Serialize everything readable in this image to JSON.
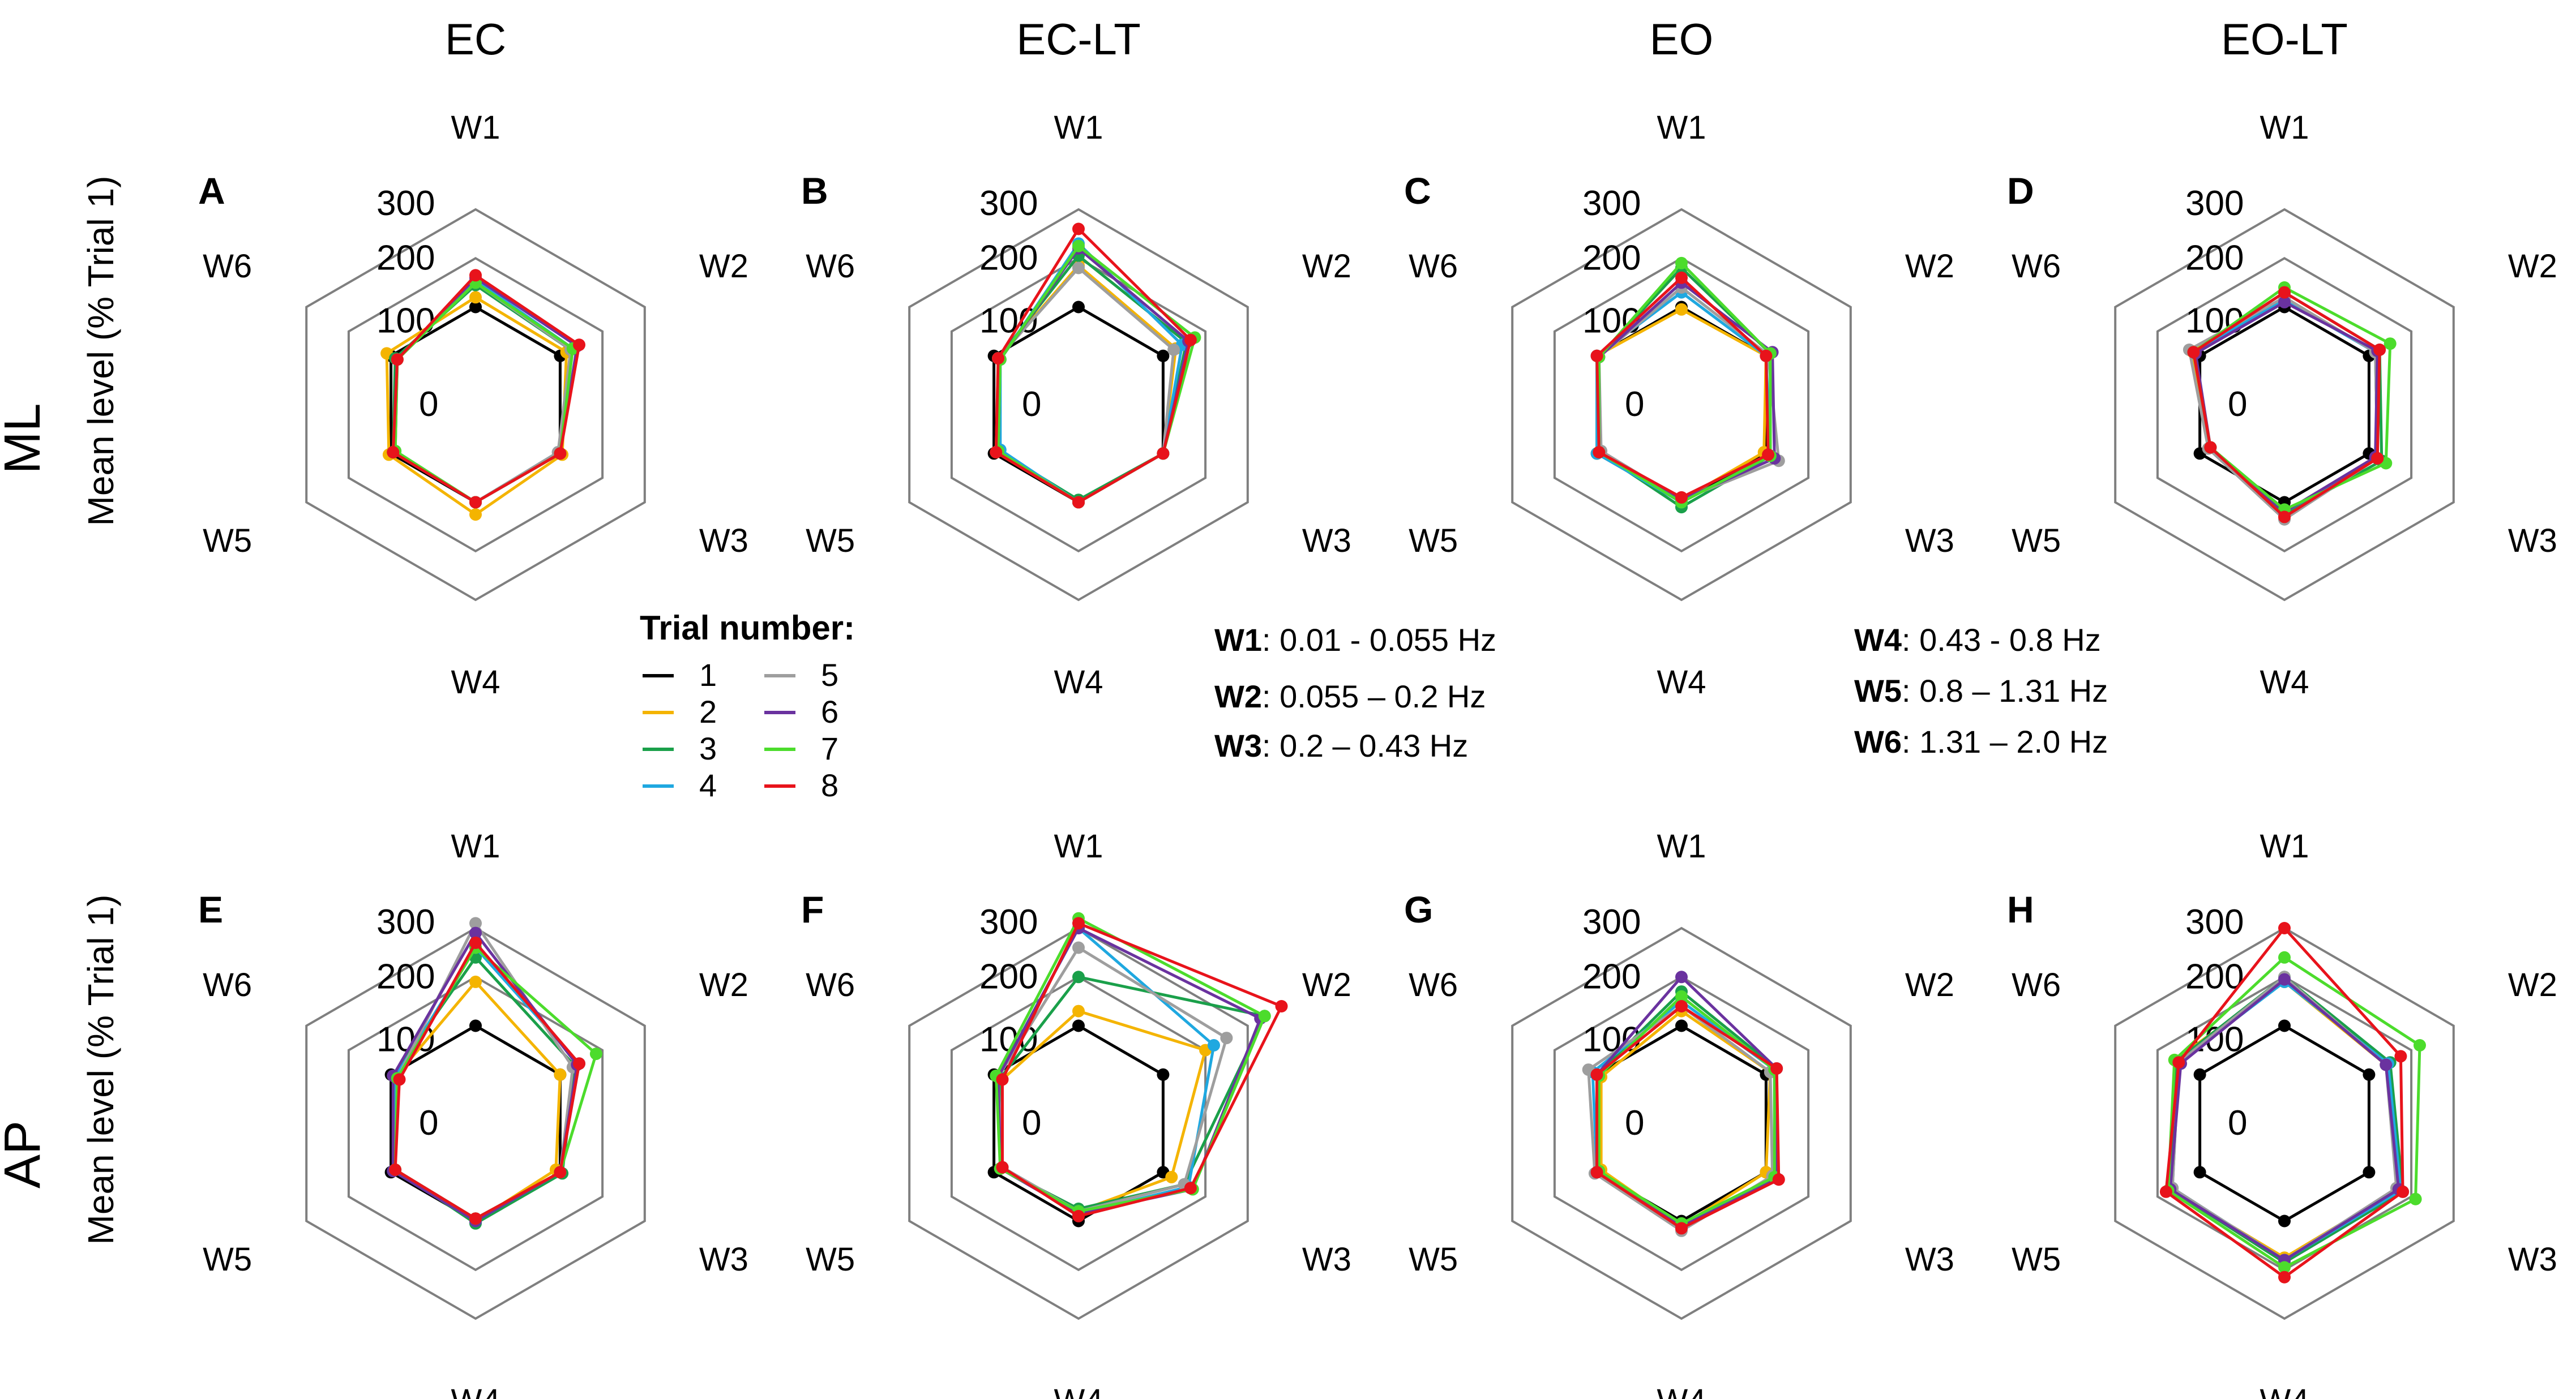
{
  "figure": {
    "column_titles": [
      "EC",
      "EC-LT",
      "EO",
      "EO-LT"
    ],
    "row_titles": [
      "ML",
      "AP"
    ],
    "ylabel": "Mean level (% Trial 1)",
    "legend_title": "Trial number:",
    "band_definitions_left": [
      {
        "name": "W1",
        "range": ": 0.01 - 0.055 Hz"
      },
      {
        "name": "W2",
        "range": ": 0.055 – 0.2 Hz"
      },
      {
        "name": "W3",
        "range": ": 0.2 – 0.43 Hz"
      }
    ],
    "band_definitions_right": [
      {
        "name": "W4",
        "range": ": 0.43 - 0.8 Hz"
      },
      {
        "name": "W5",
        "range": ": 0.8 – 1.31 Hz"
      },
      {
        "name": "W6",
        "range": ": 1.31 – 2.0 Hz"
      }
    ]
  },
  "series_colors": {
    "1": "#000000",
    "2": "#f4b400",
    "3": "#1aa04a",
    "4": "#1fa8e0",
    "5": "#9e9e9e",
    "6": "#6a329f",
    "7": "#4cdc2c",
    "8": "#e8131b"
  },
  "grid_color": "#7f7f7f",
  "chart_data": [
    {
      "type": "radar",
      "panel": "A",
      "condition": "EC",
      "direction": "ML",
      "axes": [
        "W1",
        "W2",
        "W3",
        "W4",
        "W5",
        "W6"
      ],
      "ticks": [
        0,
        100,
        200,
        300
      ],
      "rlim": [
        -100,
        300
      ],
      "series": [
        {
          "name": "1",
          "values": [
            100,
            100,
            100,
            100,
            100,
            100
          ]
        },
        {
          "name": "2",
          "values": [
            120,
            115,
            105,
            125,
            105,
            110
          ]
        },
        {
          "name": "3",
          "values": [
            145,
            125,
            100,
            100,
            95,
            90
          ]
        },
        {
          "name": "4",
          "values": [
            155,
            130,
            95,
            100,
            90,
            85
          ]
        },
        {
          "name": "5",
          "values": [
            150,
            125,
            95,
            100,
            90,
            85
          ]
        },
        {
          "name": "6",
          "values": [
            160,
            140,
            100,
            100,
            95,
            85
          ]
        },
        {
          "name": "7",
          "values": [
            150,
            130,
            100,
            100,
            90,
            85
          ]
        },
        {
          "name": "8",
          "values": [
            165,
            145,
            100,
            100,
            95,
            85
          ]
        }
      ]
    },
    {
      "type": "radar",
      "panel": "B",
      "condition": "EC-LT",
      "direction": "ML",
      "axes": [
        "W1",
        "W2",
        "W3",
        "W4",
        "W5",
        "W6"
      ],
      "ticks": [
        0,
        100,
        200,
        300
      ],
      "rlim": [
        -100,
        300
      ],
      "series": [
        {
          "name": "1",
          "values": [
            100,
            100,
            100,
            100,
            100,
            100
          ]
        },
        {
          "name": "2",
          "values": [
            185,
            130,
            100,
            100,
            95,
            90
          ]
        },
        {
          "name": "3",
          "values": [
            205,
            155,
            100,
            95,
            90,
            90
          ]
        },
        {
          "name": "4",
          "values": [
            230,
            145,
            100,
            100,
            85,
            85
          ]
        },
        {
          "name": "5",
          "values": [
            180,
            125,
            100,
            100,
            90,
            90
          ]
        },
        {
          "name": "6",
          "values": [
            220,
            160,
            100,
            100,
            90,
            85
          ]
        },
        {
          "name": "7",
          "values": [
            225,
            175,
            100,
            100,
            90,
            85
          ]
        },
        {
          "name": "8",
          "values": [
            260,
            165,
            100,
            100,
            95,
            90
          ]
        }
      ]
    },
    {
      "type": "radar",
      "panel": "C",
      "condition": "EO",
      "direction": "ML",
      "axes": [
        "W1",
        "W2",
        "W3",
        "W4",
        "W5",
        "W6"
      ],
      "ticks": [
        0,
        100,
        200,
        300
      ],
      "rlim": [
        -100,
        300
      ],
      "series": [
        {
          "name": "1",
          "values": [
            100,
            100,
            100,
            100,
            100,
            100
          ]
        },
        {
          "name": "2",
          "values": [
            95,
            100,
            95,
            95,
            100,
            100
          ]
        },
        {
          "name": "3",
          "values": [
            180,
            110,
            110,
            110,
            95,
            95
          ]
        },
        {
          "name": "4",
          "values": [
            130,
            100,
            110,
            100,
            100,
            100
          ]
        },
        {
          "name": "5",
          "values": [
            140,
            105,
            130,
            95,
            90,
            95
          ]
        },
        {
          "name": "6",
          "values": [
            150,
            115,
            120,
            95,
            95,
            95
          ]
        },
        {
          "name": "7",
          "values": [
            190,
            110,
            110,
            100,
            95,
            95
          ]
        },
        {
          "name": "8",
          "values": [
            160,
            100,
            105,
            90,
            95,
            100
          ]
        }
      ]
    },
    {
      "type": "radar",
      "panel": "D",
      "condition": "EO-LT",
      "direction": "ML",
      "axes": [
        "W1",
        "W2",
        "W3",
        "W4",
        "W5",
        "W6"
      ],
      "ticks": [
        0,
        100,
        200,
        300
      ],
      "rlim": [
        -100,
        300
      ],
      "series": [
        {
          "name": "1",
          "values": [
            100,
            100,
            100,
            100,
            100,
            100
          ]
        },
        {
          "name": "2",
          "values": [
            120,
            115,
            120,
            125,
            75,
            120
          ]
        },
        {
          "name": "3",
          "values": [
            130,
            125,
            130,
            125,
            75,
            115
          ]
        },
        {
          "name": "4",
          "values": [
            115,
            115,
            120,
            120,
            75,
            115
          ]
        },
        {
          "name": "5",
          "values": [
            120,
            115,
            120,
            135,
            80,
            125
          ]
        },
        {
          "name": "6",
          "values": [
            110,
            120,
            115,
            120,
            75,
            110
          ]
        },
        {
          "name": "7",
          "values": [
            140,
            150,
            140,
            115,
            75,
            115
          ]
        },
        {
          "name": "8",
          "values": [
            130,
            125,
            120,
            130,
            75,
            115
          ]
        }
      ]
    },
    {
      "type": "radar",
      "panel": "E",
      "condition": "EC",
      "direction": "AP",
      "axes": [
        "W1",
        "W2",
        "W3",
        "W4",
        "W5",
        "W6"
      ],
      "ticks": [
        0,
        100,
        200,
        300
      ],
      "rlim": [
        -100,
        300
      ],
      "series": [
        {
          "name": "1",
          "values": [
            100,
            100,
            100,
            100,
            100,
            100
          ]
        },
        {
          "name": "2",
          "values": [
            190,
            100,
            90,
            100,
            90,
            90
          ]
        },
        {
          "name": "3",
          "values": [
            240,
            135,
            105,
            105,
            90,
            95
          ]
        },
        {
          "name": "4",
          "values": [
            260,
            145,
            100,
            100,
            95,
            90
          ]
        },
        {
          "name": "5",
          "values": [
            310,
            130,
            100,
            95,
            90,
            85
          ]
        },
        {
          "name": "6",
          "values": [
            290,
            140,
            100,
            100,
            95,
            95
          ]
        },
        {
          "name": "7",
          "values": [
            260,
            185,
            100,
            95,
            90,
            85
          ]
        },
        {
          "name": "8",
          "values": [
            270,
            145,
            100,
            95,
            90,
            80
          ]
        }
      ]
    },
    {
      "type": "radar",
      "panel": "F",
      "condition": "EC-LT",
      "direction": "AP",
      "axes": [
        "W1",
        "W2",
        "W3",
        "W4",
        "W5",
        "W6"
      ],
      "ticks": [
        0,
        100,
        200,
        300
      ],
      "rlim": [
        -100,
        300
      ],
      "series": [
        {
          "name": "1",
          "values": [
            100,
            100,
            100,
            100,
            100,
            100
          ]
        },
        {
          "name": "2",
          "values": [
            130,
            200,
            120,
            80,
            85,
            80
          ]
        },
        {
          "name": "3",
          "values": [
            200,
            340,
            150,
            75,
            85,
            85
          ]
        },
        {
          "name": "4",
          "values": [
            300,
            220,
            160,
            85,
            80,
            90
          ]
        },
        {
          "name": "5",
          "values": [
            260,
            250,
            150,
            80,
            80,
            90
          ]
        },
        {
          "name": "6",
          "values": [
            300,
            330,
            170,
            85,
            85,
            90
          ]
        },
        {
          "name": "7",
          "values": [
            320,
            340,
            170,
            80,
            85,
            95
          ]
        },
        {
          "name": "8",
          "values": [
            310,
            380,
            165,
            90,
            80,
            80
          ]
        }
      ]
    },
    {
      "type": "radar",
      "panel": "G",
      "condition": "EO",
      "direction": "AP",
      "axes": [
        "W1",
        "W2",
        "W3",
        "W4",
        "W5",
        "W6"
      ],
      "ticks": [
        0,
        100,
        200,
        300
      ],
      "rlim": [
        -100,
        300
      ],
      "series": [
        {
          "name": "1",
          "values": [
            100,
            100,
            100,
            100,
            100,
            100
          ]
        },
        {
          "name": "2",
          "values": [
            130,
            110,
            100,
            110,
            90,
            90
          ]
        },
        {
          "name": "3",
          "values": [
            170,
            125,
            125,
            110,
            100,
            100
          ]
        },
        {
          "name": "4",
          "values": [
            150,
            120,
            120,
            115,
            100,
            110
          ]
        },
        {
          "name": "5",
          "values": [
            140,
            110,
            115,
            120,
            105,
            120
          ]
        },
        {
          "name": "6",
          "values": [
            200,
            125,
            125,
            110,
            100,
            100
          ]
        },
        {
          "name": "7",
          "values": [
            160,
            120,
            120,
            105,
            95,
            95
          ]
        },
        {
          "name": "8",
          "values": [
            140,
            125,
            130,
            115,
            100,
            100
          ]
        }
      ]
    },
    {
      "type": "radar",
      "panel": "H",
      "condition": "EO-LT",
      "direction": "AP",
      "axes": [
        "W1",
        "W2",
        "W3",
        "W4",
        "W5",
        "W6"
      ],
      "ticks": [
        0,
        100,
        200,
        300
      ],
      "rlim": [
        -100,
        300
      ],
      "series": [
        {
          "name": "1",
          "values": [
            100,
            100,
            100,
            100,
            100,
            100
          ]
        },
        {
          "name": "2",
          "values": [
            190,
            140,
            170,
            175,
            170,
            160
          ]
        },
        {
          "name": "3",
          "values": [
            200,
            150,
            180,
            185,
            170,
            155
          ]
        },
        {
          "name": "4",
          "values": [
            190,
            145,
            175,
            180,
            165,
            150
          ]
        },
        {
          "name": "5",
          "values": [
            200,
            140,
            165,
            180,
            165,
            150
          ]
        },
        {
          "name": "6",
          "values": [
            195,
            140,
            170,
            180,
            170,
            145
          ]
        },
        {
          "name": "7",
          "values": [
            240,
            220,
            210,
            195,
            175,
            160
          ]
        },
        {
          "name": "8",
          "values": [
            300,
            175,
            180,
            215,
            180,
            150
          ]
        }
      ]
    }
  ]
}
